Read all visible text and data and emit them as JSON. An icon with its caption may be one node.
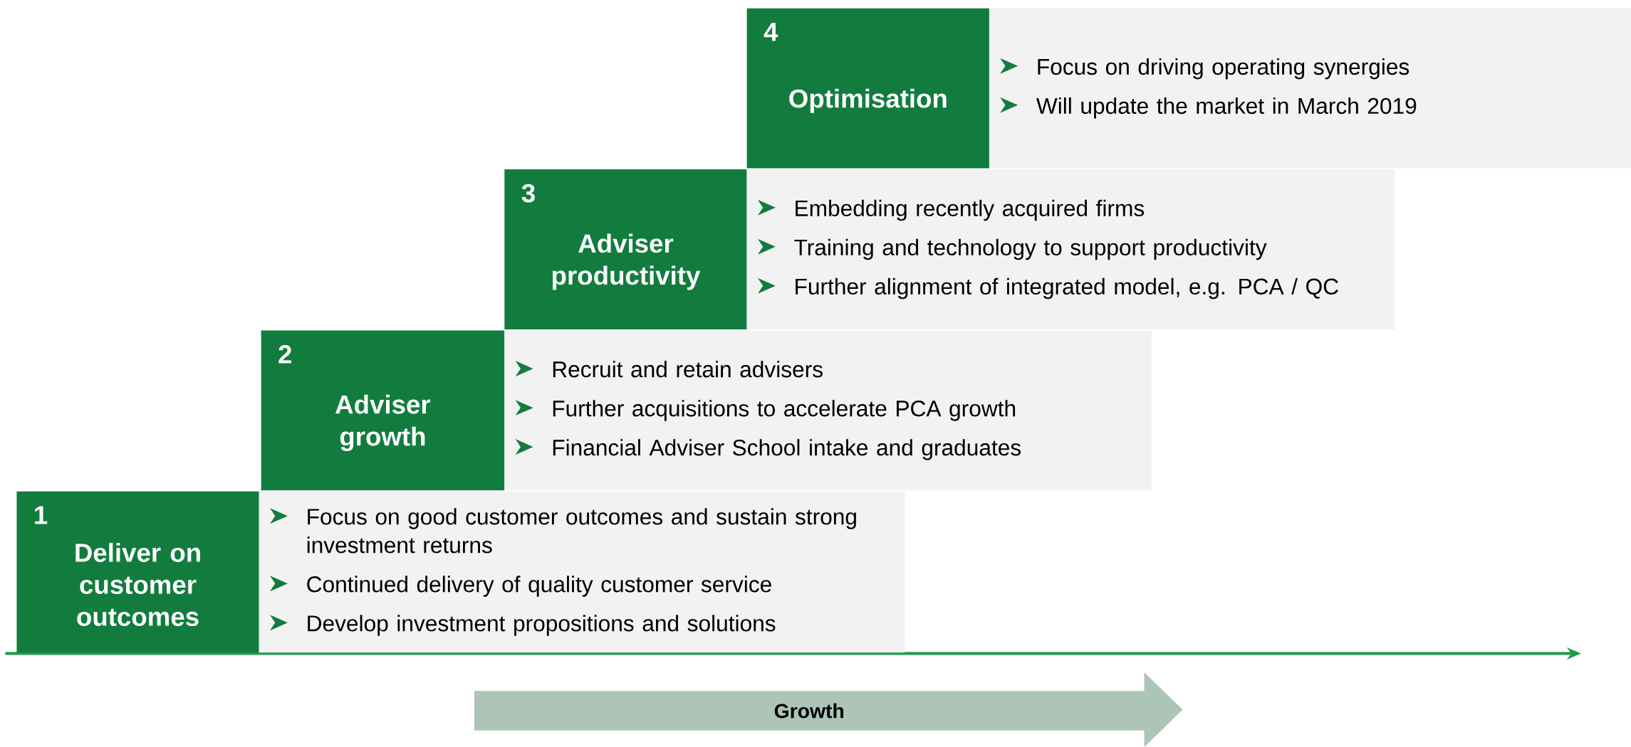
{
  "diagram": {
    "nodes": [
      {
        "text": [
          "1",
          "Deliver on customer outcomes"
        ]
      },
      {
        "text": [
          "Focus on good customer outcomes and sustain strong investment returns",
          "Continued delivery of quality customer service",
          "Develop investment propositions and solutions"
        ]
      },
      {
        "text": [
          "2",
          "Adviser growth"
        ]
      },
      {
        "text": [
          "Recruit and retain advisers",
          "Further acquisitions to accelerate PCA growth",
          "Financial Adviser School intake and graduates"
        ]
      },
      {
        "text": [
          "3",
          "Adviser productivity"
        ]
      },
      {
        "text": [
          "Embedding recently acquired firms",
          "Training and technology to support productivity",
          "Further alignment of integrated model, e.g. PCA / QC"
        ]
      },
      {
        "text": [
          "4",
          "Optimisation"
        ]
      },
      {
        "text": [
          "Focus on driving operating synergies",
          "Will update the market in March 2019"
        ]
      },
      {
        "text": [
          "Growth"
        ]
      }
    ]
  }
}
